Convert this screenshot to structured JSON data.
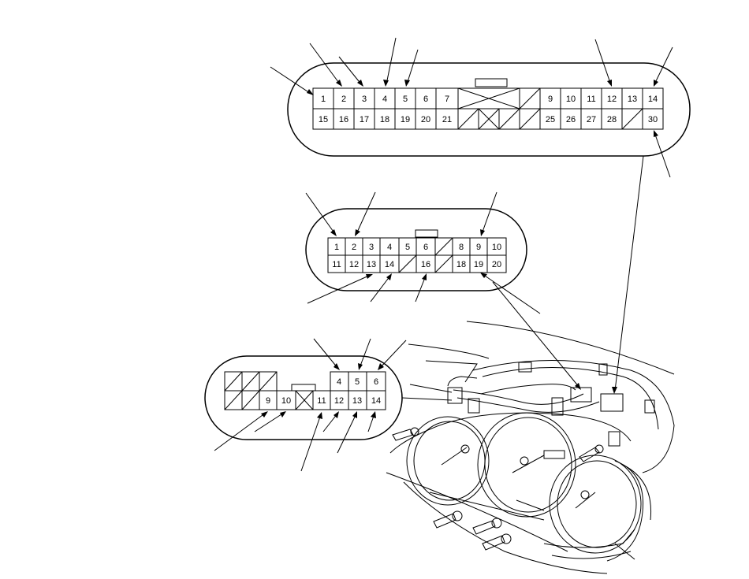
{
  "connector_a": {
    "row1": [
      "1",
      "2",
      "3",
      "4",
      "5",
      "6",
      "7",
      "",
      "",
      "",
      "9",
      "10",
      "11",
      "12",
      "13",
      "14"
    ],
    "row2": [
      "15",
      "16",
      "17",
      "18",
      "19",
      "20",
      "21",
      "",
      "",
      "",
      "25",
      "26",
      "27",
      "28",
      "",
      "30"
    ]
  },
  "connector_b": {
    "row1": [
      "1",
      "2",
      "3",
      "4",
      "5",
      "6",
      "",
      "8",
      "9",
      "10"
    ],
    "row2": [
      "11",
      "12",
      "13",
      "14",
      "",
      "16",
      "",
      "18",
      "19",
      "20"
    ]
  },
  "connector_c": {
    "row1": [
      "",
      "",
      "",
      "",
      "",
      "",
      "4",
      "5",
      "6"
    ],
    "row2": [
      "",
      "",
      "9",
      "10",
      "",
      "11",
      "12",
      "13",
      "14"
    ]
  },
  "icons": [
    "gauge-assembly-drawing",
    "screw-icon",
    "connector-latch-icon"
  ]
}
